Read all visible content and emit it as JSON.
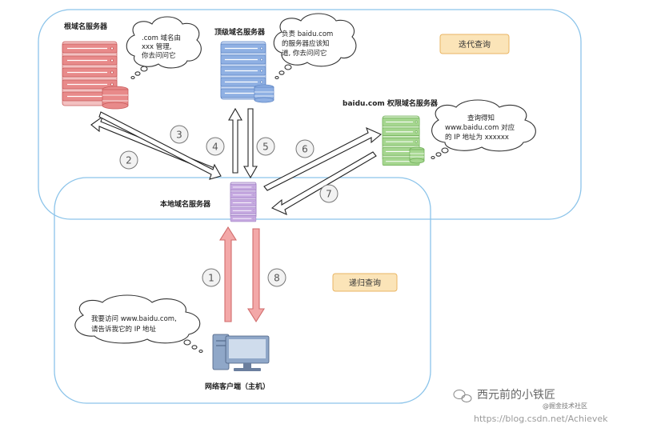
{
  "servers": {
    "root_label": "根域名服务器",
    "tld_label": "顶级域名服务器",
    "auth_label": "baidu.com 权限域名服务器",
    "local_label": "本地域名服务器",
    "client_label": "网络客户端（主机）"
  },
  "bubbles": {
    "root": [
      ".com 域名由",
      "xxx 管理,",
      "你去问问它"
    ],
    "tld": [
      "负责 baidu.com",
      "的服务器应该知",
      "道, 你去问问它"
    ],
    "auth": [
      "查询得知",
      "www.baidu.com 对应",
      "的 IP 地址为 xxxxxx"
    ],
    "client": [
      "我要访问 www.baidu.com,",
      "请告诉我它的 IP 地址"
    ]
  },
  "tags": {
    "iterative": "迭代查询",
    "recursive": "递归查询"
  },
  "steps": [
    "1",
    "2",
    "3",
    "4",
    "5",
    "6",
    "7",
    "8"
  ],
  "watermark": {
    "brand": "西元前的小铁匠",
    "sub": "@掘金技术社区",
    "url": "https://blog.csdn.net/Achievek"
  },
  "colors": {
    "root_server": "#e88a8a",
    "tld_server": "#8fb0e3",
    "auth_server": "#a5d68f",
    "local_server": "#c5a8e0",
    "region_border": "#8cc4ea",
    "tag_fill": "#fbe4b8",
    "tag_border": "#e9b563",
    "request_arrow": "#f3a8a8"
  }
}
